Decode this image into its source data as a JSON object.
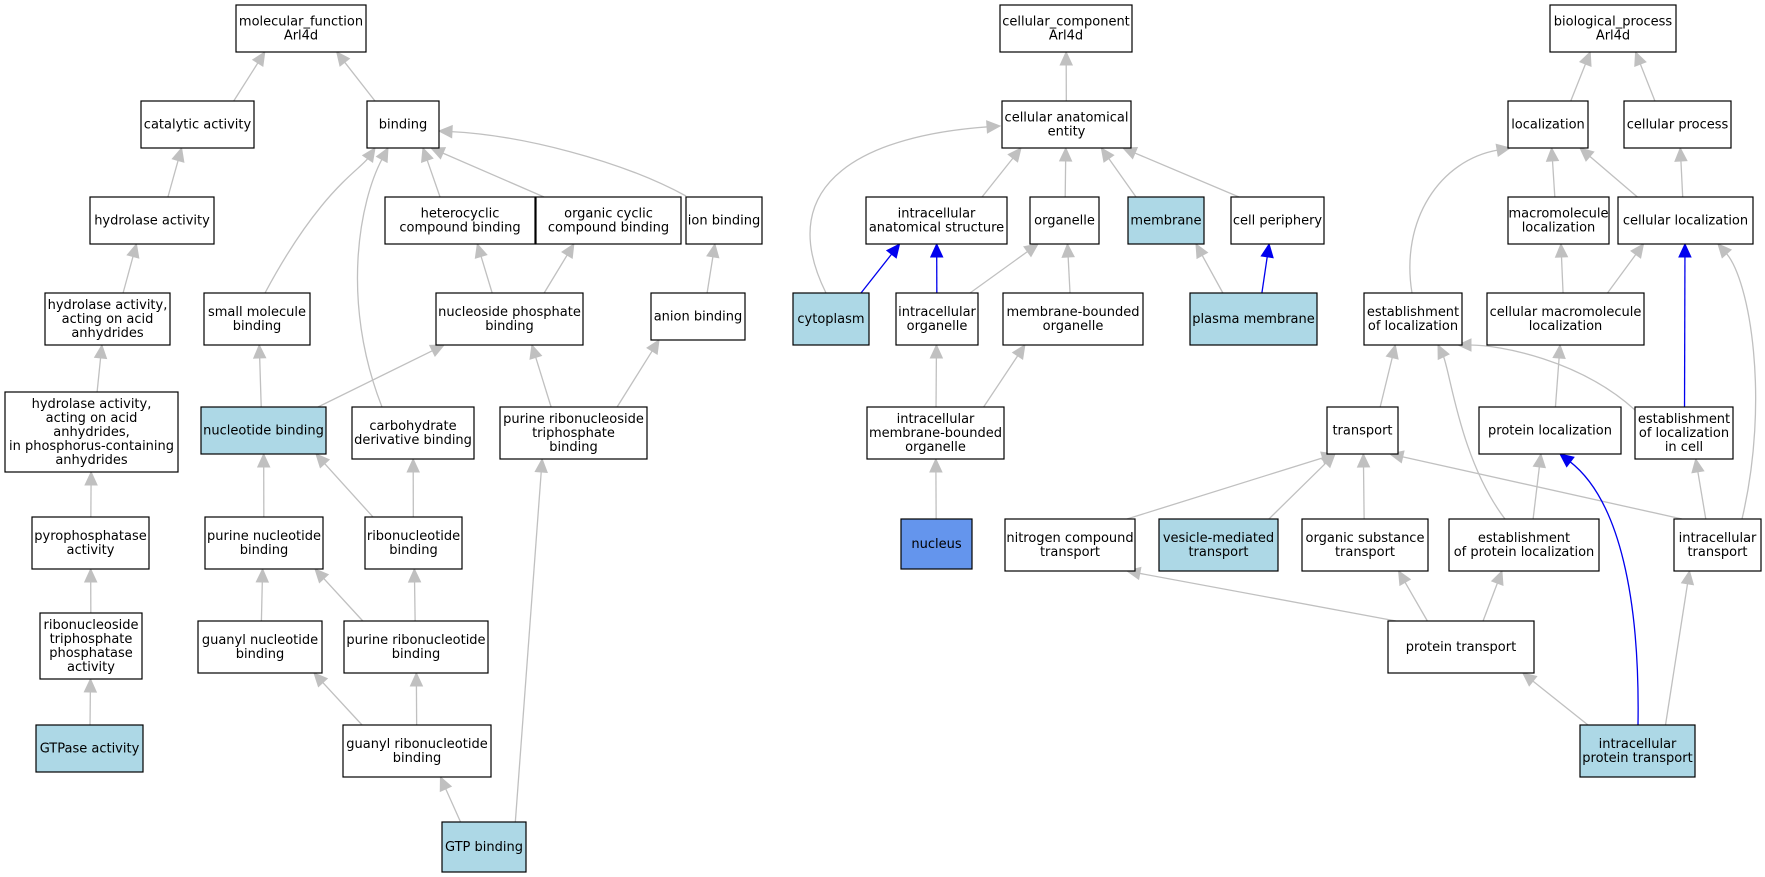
{
  "colors": {
    "default_fill": "#ffffff",
    "annotated_fill": "#add8e6",
    "focus_fill": "#6495ed",
    "edge_gray": "#c0c0c0",
    "edge_blue": "#0000ee"
  },
  "nodes": [
    {
      "id": "mf",
      "lines": [
        "molecular_function",
        "Arl4d"
      ],
      "fill": "default"
    },
    {
      "id": "cat",
      "lines": [
        "catalytic activity"
      ],
      "fill": "default"
    },
    {
      "id": "bind",
      "lines": [
        "binding"
      ],
      "fill": "default"
    },
    {
      "id": "hyd",
      "lines": [
        "hydrolase activity"
      ],
      "fill": "default"
    },
    {
      "id": "hydanh",
      "lines": [
        "hydrolase activity,",
        "acting on acid",
        "anhydrides"
      ],
      "fill": "default"
    },
    {
      "id": "hydphos",
      "lines": [
        "hydrolase activity,",
        "acting on acid",
        "anhydrides,",
        "in phosphorus-containing",
        "anhydrides"
      ],
      "fill": "default"
    },
    {
      "id": "pyro",
      "lines": [
        "pyrophosphatase",
        "activity"
      ],
      "fill": "default"
    },
    {
      "id": "rntp",
      "lines": [
        "ribonucleoside",
        "triphosphate",
        "phosphatase",
        "activity"
      ],
      "fill": "default"
    },
    {
      "id": "gtpase",
      "lines": [
        "GTPase activity"
      ],
      "fill": "annotated"
    },
    {
      "id": "hetero",
      "lines": [
        "heterocyclic",
        "compound binding"
      ],
      "fill": "default"
    },
    {
      "id": "orgcyc",
      "lines": [
        "organic cyclic",
        "compound binding"
      ],
      "fill": "default"
    },
    {
      "id": "ion",
      "lines": [
        "ion binding"
      ],
      "fill": "default"
    },
    {
      "id": "smallmol",
      "lines": [
        "small molecule",
        "binding"
      ],
      "fill": "default"
    },
    {
      "id": "nucphos",
      "lines": [
        "nucleoside phosphate",
        "binding"
      ],
      "fill": "default"
    },
    {
      "id": "anion",
      "lines": [
        "anion binding"
      ],
      "fill": "default"
    },
    {
      "id": "nucbind",
      "lines": [
        "nucleotide binding"
      ],
      "fill": "annotated"
    },
    {
      "id": "carb",
      "lines": [
        "carbohydrate",
        "derivative binding"
      ],
      "fill": "default"
    },
    {
      "id": "purrntp",
      "lines": [
        "purine ribonucleoside",
        "triphosphate",
        "binding"
      ],
      "fill": "default"
    },
    {
      "id": "purnuc",
      "lines": [
        "purine nucleotide",
        "binding"
      ],
      "fill": "default"
    },
    {
      "id": "ribonuc",
      "lines": [
        "ribonucleotide",
        "binding"
      ],
      "fill": "default"
    },
    {
      "id": "guanyl",
      "lines": [
        "guanyl nucleotide",
        "binding"
      ],
      "fill": "default"
    },
    {
      "id": "purribo",
      "lines": [
        "purine ribonucleotide",
        "binding"
      ],
      "fill": "default"
    },
    {
      "id": "guanribo",
      "lines": [
        "guanyl ribonucleotide",
        "binding"
      ],
      "fill": "default"
    },
    {
      "id": "gtpbind",
      "lines": [
        "GTP binding"
      ],
      "fill": "annotated"
    },
    {
      "id": "cc",
      "lines": [
        "cellular_component",
        "Arl4d"
      ],
      "fill": "default"
    },
    {
      "id": "cae",
      "lines": [
        "cellular anatomical",
        "entity"
      ],
      "fill": "default"
    },
    {
      "id": "ias",
      "lines": [
        "intracellular",
        "anatomical structure"
      ],
      "fill": "default"
    },
    {
      "id": "organelle",
      "lines": [
        "organelle"
      ],
      "fill": "default"
    },
    {
      "id": "membrane",
      "lines": [
        "membrane"
      ],
      "fill": "annotated"
    },
    {
      "id": "periph",
      "lines": [
        "cell periphery"
      ],
      "fill": "default"
    },
    {
      "id": "cyto",
      "lines": [
        "cytoplasm"
      ],
      "fill": "annotated"
    },
    {
      "id": "intorg",
      "lines": [
        "intracellular",
        "organelle"
      ],
      "fill": "default"
    },
    {
      "id": "mbo",
      "lines": [
        "membrane-bounded",
        "organelle"
      ],
      "fill": "default"
    },
    {
      "id": "pm",
      "lines": [
        "plasma membrane"
      ],
      "fill": "annotated"
    },
    {
      "id": "imbo",
      "lines": [
        "intracellular",
        "membrane-bounded",
        "organelle"
      ],
      "fill": "default"
    },
    {
      "id": "nucleus",
      "lines": [
        "nucleus"
      ],
      "fill": "focus"
    },
    {
      "id": "bp",
      "lines": [
        "biological_process",
        "Arl4d"
      ],
      "fill": "default"
    },
    {
      "id": "loc",
      "lines": [
        "localization"
      ],
      "fill": "default"
    },
    {
      "id": "cproc",
      "lines": [
        "cellular process"
      ],
      "fill": "default"
    },
    {
      "id": "macloc",
      "lines": [
        "macromolecule",
        "localization"
      ],
      "fill": "default"
    },
    {
      "id": "cellloc",
      "lines": [
        "cellular localization"
      ],
      "fill": "default"
    },
    {
      "id": "estloc",
      "lines": [
        "establishment",
        "of localization"
      ],
      "fill": "default"
    },
    {
      "id": "cmacloc",
      "lines": [
        "cellular macromolecule",
        "localization"
      ],
      "fill": "default"
    },
    {
      "id": "transport",
      "lines": [
        "transport"
      ],
      "fill": "default"
    },
    {
      "id": "protloc",
      "lines": [
        "protein localization"
      ],
      "fill": "default"
    },
    {
      "id": "estcell",
      "lines": [
        "establishment",
        "of localization",
        "in cell"
      ],
      "fill": "default"
    },
    {
      "id": "nitro",
      "lines": [
        "nitrogen compound",
        "transport"
      ],
      "fill": "default"
    },
    {
      "id": "vesic",
      "lines": [
        "vesicle-mediated",
        "transport"
      ],
      "fill": "annotated"
    },
    {
      "id": "orgsub",
      "lines": [
        "organic substance",
        "transport"
      ],
      "fill": "default"
    },
    {
      "id": "estprot",
      "lines": [
        "establishment",
        "of protein localization"
      ],
      "fill": "default"
    },
    {
      "id": "inttrans",
      "lines": [
        "intracellular",
        "transport"
      ],
      "fill": "default"
    },
    {
      "id": "prottrans",
      "lines": [
        "protein transport"
      ],
      "fill": "default"
    },
    {
      "id": "ipt",
      "lines": [
        "intracellular",
        "protein transport"
      ],
      "fill": "annotated"
    }
  ],
  "edges": [
    {
      "from": "cat",
      "to": "mf",
      "color": "gray"
    },
    {
      "from": "bind",
      "to": "mf",
      "color": "gray"
    },
    {
      "from": "hyd",
      "to": "cat",
      "color": "gray"
    },
    {
      "from": "hydanh",
      "to": "hyd",
      "color": "gray"
    },
    {
      "from": "hydphos",
      "to": "hydanh",
      "color": "gray"
    },
    {
      "from": "pyro",
      "to": "hydphos",
      "color": "gray"
    },
    {
      "from": "rntp",
      "to": "pyro",
      "color": "gray"
    },
    {
      "from": "gtpase",
      "to": "rntp",
      "color": "gray"
    },
    {
      "from": "smallmol",
      "to": "bind",
      "color": "gray"
    },
    {
      "from": "carb",
      "to": "bind",
      "color": "gray"
    },
    {
      "from": "hetero",
      "to": "bind",
      "color": "gray"
    },
    {
      "from": "orgcyc",
      "to": "bind",
      "color": "gray"
    },
    {
      "from": "ion",
      "to": "bind",
      "color": "gray"
    },
    {
      "from": "nucphos",
      "to": "hetero",
      "color": "gray"
    },
    {
      "from": "nucphos",
      "to": "orgcyc",
      "color": "gray"
    },
    {
      "from": "anion",
      "to": "ion",
      "color": "gray"
    },
    {
      "from": "nucbind",
      "to": "smallmol",
      "color": "gray"
    },
    {
      "from": "nucbind",
      "to": "nucphos",
      "color": "gray"
    },
    {
      "from": "purrntp",
      "to": "nucphos",
      "color": "gray"
    },
    {
      "from": "purrntp",
      "to": "anion",
      "color": "gray"
    },
    {
      "from": "purnuc",
      "to": "nucbind",
      "color": "gray"
    },
    {
      "from": "ribonuc",
      "to": "nucbind",
      "color": "gray"
    },
    {
      "from": "ribonuc",
      "to": "carb",
      "color": "gray"
    },
    {
      "from": "guanyl",
      "to": "purnuc",
      "color": "gray"
    },
    {
      "from": "purribo",
      "to": "purnuc",
      "color": "gray"
    },
    {
      "from": "purribo",
      "to": "ribonuc",
      "color": "gray"
    },
    {
      "from": "guanribo",
      "to": "guanyl",
      "color": "gray"
    },
    {
      "from": "guanribo",
      "to": "purribo",
      "color": "gray"
    },
    {
      "from": "gtpbind",
      "to": "guanribo",
      "color": "gray"
    },
    {
      "from": "gtpbind",
      "to": "purrntp",
      "color": "gray"
    },
    {
      "from": "cae",
      "to": "cc",
      "color": "gray"
    },
    {
      "from": "ias",
      "to": "cae",
      "color": "gray"
    },
    {
      "from": "organelle",
      "to": "cae",
      "color": "gray"
    },
    {
      "from": "membrane",
      "to": "cae",
      "color": "gray"
    },
    {
      "from": "periph",
      "to": "cae",
      "color": "gray"
    },
    {
      "from": "cyto",
      "to": "cae",
      "color": "gray"
    },
    {
      "from": "cyto",
      "to": "ias",
      "color": "blue"
    },
    {
      "from": "intorg",
      "to": "ias",
      "color": "blue"
    },
    {
      "from": "intorg",
      "to": "organelle",
      "color": "gray"
    },
    {
      "from": "mbo",
      "to": "organelle",
      "color": "gray"
    },
    {
      "from": "pm",
      "to": "membrane",
      "color": "gray"
    },
    {
      "from": "pm",
      "to": "periph",
      "color": "blue"
    },
    {
      "from": "imbo",
      "to": "intorg",
      "color": "gray"
    },
    {
      "from": "imbo",
      "to": "mbo",
      "color": "gray"
    },
    {
      "from": "nucleus",
      "to": "imbo",
      "color": "gray"
    },
    {
      "from": "loc",
      "to": "bp",
      "color": "gray"
    },
    {
      "from": "cproc",
      "to": "bp",
      "color": "gray"
    },
    {
      "from": "macloc",
      "to": "loc",
      "color": "gray"
    },
    {
      "from": "cellloc",
      "to": "loc",
      "color": "gray"
    },
    {
      "from": "cellloc",
      "to": "cproc",
      "color": "gray"
    },
    {
      "from": "estloc",
      "to": "loc",
      "color": "gray"
    },
    {
      "from": "cmacloc",
      "to": "macloc",
      "color": "gray"
    },
    {
      "from": "cmacloc",
      "to": "cellloc",
      "color": "gray"
    },
    {
      "from": "transport",
      "to": "estloc",
      "color": "gray"
    },
    {
      "from": "protloc",
      "to": "cmacloc",
      "color": "gray"
    },
    {
      "from": "estcell",
      "to": "estloc",
      "color": "gray"
    },
    {
      "from": "estcell",
      "to": "cellloc",
      "color": "blue"
    },
    {
      "from": "nitro",
      "to": "transport",
      "color": "gray"
    },
    {
      "from": "vesic",
      "to": "transport",
      "color": "gray"
    },
    {
      "from": "orgsub",
      "to": "transport",
      "color": "gray"
    },
    {
      "from": "estprot",
      "to": "estloc",
      "color": "gray"
    },
    {
      "from": "estprot",
      "to": "protloc",
      "color": "gray"
    },
    {
      "from": "inttrans",
      "to": "transport",
      "color": "gray"
    },
    {
      "from": "inttrans",
      "to": "estcell",
      "color": "gray"
    },
    {
      "from": "inttrans",
      "to": "cellloc",
      "color": "gray"
    },
    {
      "from": "prottrans",
      "to": "nitro",
      "color": "gray"
    },
    {
      "from": "prottrans",
      "to": "orgsub",
      "color": "gray"
    },
    {
      "from": "prottrans",
      "to": "estprot",
      "color": "gray"
    },
    {
      "from": "ipt",
      "to": "prottrans",
      "color": "gray"
    },
    {
      "from": "ipt",
      "to": "inttrans",
      "color": "gray"
    },
    {
      "from": "ipt",
      "to": "protloc",
      "color": "blue"
    }
  ]
}
